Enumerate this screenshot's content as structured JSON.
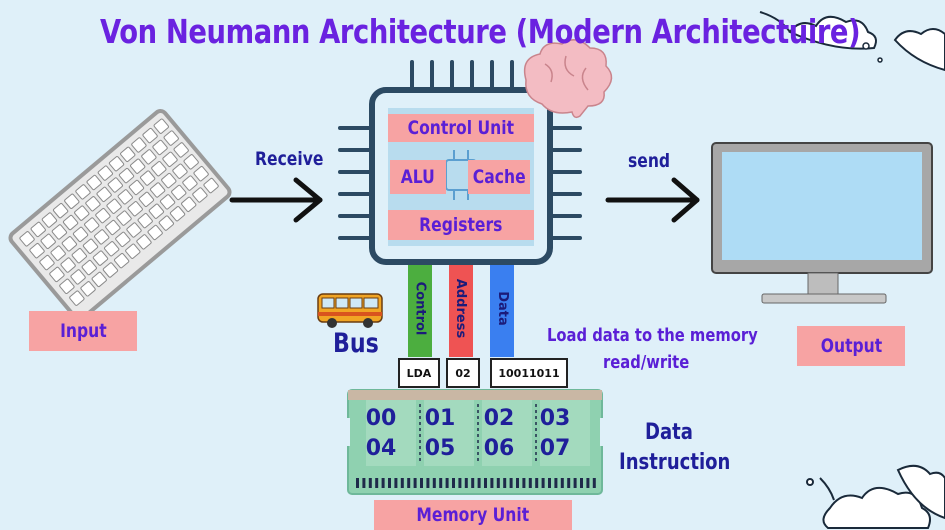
{
  "title": "Von Neumann Architecture (Modern Architectuire)",
  "input_label": "Input",
  "output_label": "Output",
  "receive_label": "Receive",
  "send_label": "send",
  "cpu": {
    "control_unit": "Control Unit",
    "alu": "ALU",
    "cache": "Cache",
    "registers": "Registers"
  },
  "bus": {
    "label": "Bus",
    "lanes": [
      {
        "label": "Control",
        "color": "#4cae3f"
      },
      {
        "label": "Address",
        "color": "#ef5353"
      },
      {
        "label": "Data",
        "color": "#3a7ff0"
      }
    ],
    "values": [
      "LDA",
      "02",
      "10011011"
    ]
  },
  "load_text_1": "Load data to the memory",
  "load_text_2": "read/write",
  "data_label": "Data",
  "instruction_label": "Instruction",
  "memory": {
    "label": "Memory Unit",
    "cells_top": [
      "00",
      "01",
      "02",
      "03"
    ],
    "cells_bottom": [
      "04",
      "05",
      "06",
      "07"
    ]
  },
  "colors": {
    "accent_purple": "#6a22e0",
    "pink": "#f7a3a3",
    "memory_green": "#8fd1b0",
    "cpu_blue": "#2c4a63"
  }
}
